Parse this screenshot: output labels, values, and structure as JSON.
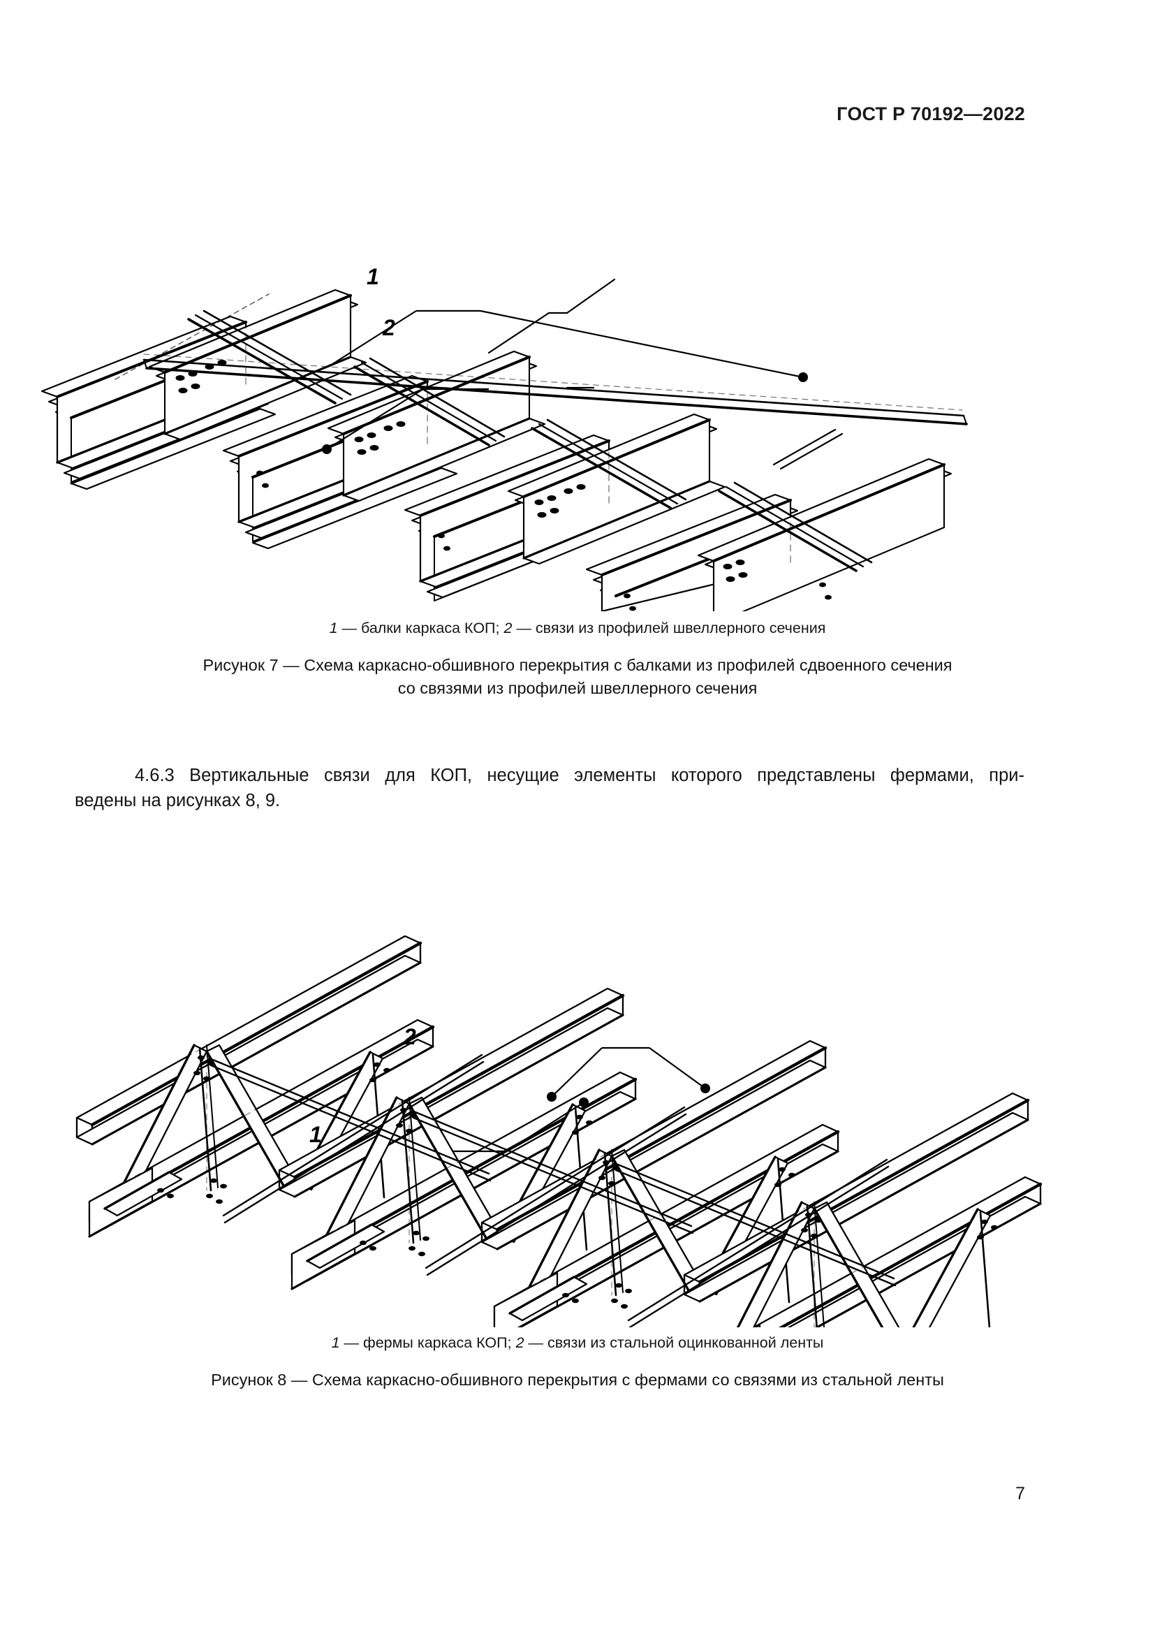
{
  "document": {
    "running_head": "ГОСТ Р 70192—2022",
    "page_number": "7",
    "language": "ru"
  },
  "figure7": {
    "callouts": [
      {
        "id": "1",
        "label": "1"
      },
      {
        "id": "2",
        "label": "2"
      }
    ],
    "legend_parts": {
      "num1": "1",
      "text1": " — балки каркаса КОП; ",
      "num2": "2",
      "text2": " — связи из профилей швеллерного сечения"
    },
    "legend_full": "1 — балки каркаса КОП; 2 — связи из профилей швеллерного сечения",
    "caption_line1": "Рисунок 7 — Схема каркасно-обшивного перекрытия с балками из профилей сдвоенного сечения",
    "caption_line2": "со связями из профилей швеллерного сечения"
  },
  "section": {
    "number": "4.6.3",
    "line1": "4.6.3  Вертикальные связи для КОП, несущие элементы которого представлены фермами, при-",
    "line2": "ведены на рисунках 8, 9.",
    "full_text": "4.6.3 Вертикальные связи для КОП, несущие элементы которого представлены фермами, приведены на рисунках 8, 9."
  },
  "figure8": {
    "callouts": [
      {
        "id": "1",
        "label": "1"
      },
      {
        "id": "2",
        "label": "2"
      }
    ],
    "legend_parts": {
      "num1": "1",
      "text1": " — фермы каркаса КОП; ",
      "num2": "2",
      "text2": " — связи из стальной оцинкованной ленты"
    },
    "legend_full": "1 — фермы каркаса КОП; 2 — связи из стальной оцинкованной ленты",
    "caption_line1": "Рисунок 8 — Схема каркасно-обшивного перекрытия с фермами со связями из стальной ленты"
  },
  "colors": {
    "ink": "#000000",
    "text": "#151515",
    "paper": "#ffffff",
    "hidden_line": "#8a8a8a"
  }
}
